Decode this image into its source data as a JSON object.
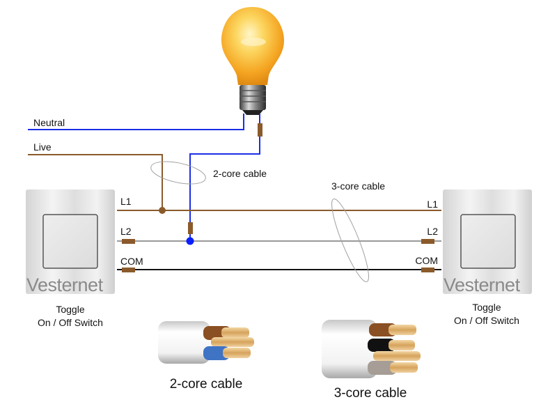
{
  "wires": {
    "neutral_label": "Neutral",
    "live_label": "Live",
    "colors": {
      "neutral": "#1a2ee6",
      "live": "#8b5a2b",
      "l2": "#999999",
      "com": "#111111",
      "terminal": "#8b5a2b",
      "junction_blue": "#0a1eff"
    }
  },
  "cables": {
    "two_core_label": "2-core cable",
    "three_core_label": "3-core cable"
  },
  "left_switch": {
    "brand": "Vesternet",
    "caption_line1": "Toggle",
    "caption_line2": "On / Off Switch",
    "terminals": [
      "L1",
      "L2",
      "COM"
    ]
  },
  "right_switch": {
    "brand": "Vesternet",
    "caption_line1": "Toggle",
    "caption_line2": "On / Off Switch",
    "terminals": [
      "L1",
      "L2",
      "COM"
    ]
  },
  "cable_samples": {
    "two_core": {
      "caption": "2-core cable",
      "cores": [
        "brown",
        "blue"
      ],
      "core_colors": [
        "#8a4f22",
        "#3f73c4"
      ]
    },
    "three_core": {
      "caption": "3-core cable",
      "cores": [
        "brown",
        "black",
        "grey"
      ],
      "core_colors": [
        "#8a4f22",
        "#111111",
        "#a59d96"
      ]
    }
  },
  "bulb": {
    "name": "light bulb",
    "color": "#f7b733"
  }
}
